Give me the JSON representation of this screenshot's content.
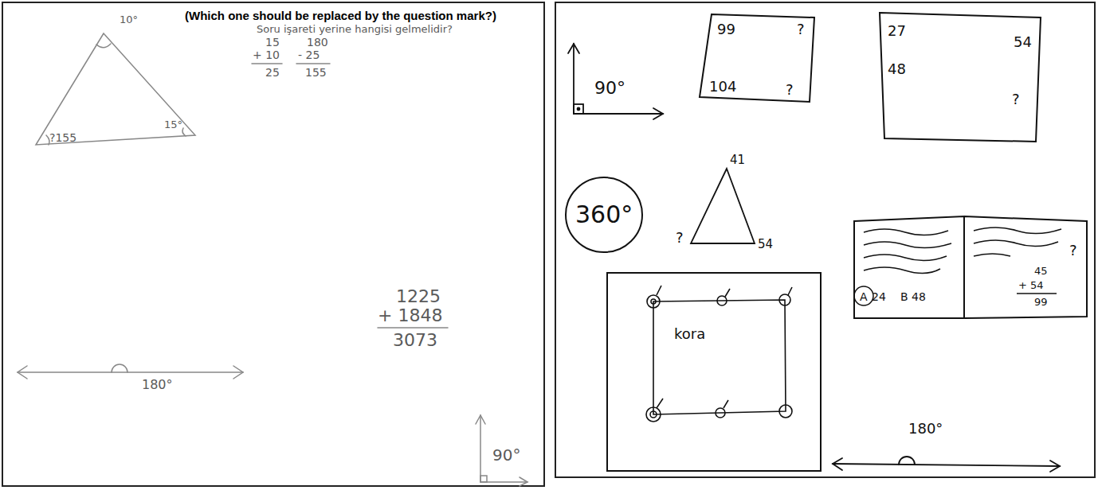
{
  "diagram": {
    "nodes": [
      {
        "text": [
          "99",
          "?",
          "104",
          "?"
        ]
      },
      {
        "text": [
          "27",
          "54",
          "48",
          "?"
        ]
      },
      {
        "text": [
          "360°"
        ]
      },
      {
        "text": [
          "A",
          "24",
          "B",
          "48",
          "45",
          "+ 54",
          "99",
          "?"
        ]
      },
      {
        "text": [
          "kora"
        ]
      }
    ],
    "labels": [
      "(Which one should be replaced by the question mark?)",
      "Soru işareti yerine hangisi gelmelidir?",
      "10°",
      "?155",
      "15°",
      "15",
      "+ 10",
      "25",
      "180",
      "- 25",
      "155",
      "1225",
      "+ 1848",
      "3073",
      "180°",
      "90°",
      "90°",
      "41",
      "?",
      "54",
      "180°"
    ]
  }
}
